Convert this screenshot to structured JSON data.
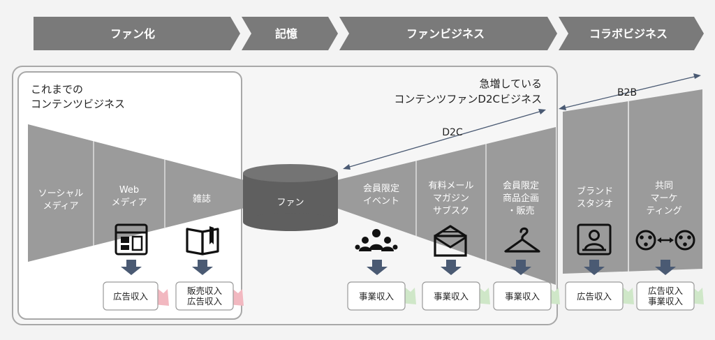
{
  "stages": [
    {
      "label": "ファン化"
    },
    {
      "label": "記憶"
    },
    {
      "label": "ファンビジネス"
    },
    {
      "label": "コラボビジネス"
    }
  ],
  "traditional": {
    "line1": "これまでの",
    "line2": "コンテンツビジネス"
  },
  "d2c_title": {
    "line1": "急増している",
    "line2": "コンテンツファンD2Cビジネス"
  },
  "d2c_label": "D2C",
  "b2b_label": "B2B",
  "fan_label": "ファン",
  "left_columns": [
    {
      "lines": [
        "ソーシャル",
        "メディア"
      ]
    },
    {
      "lines": [
        "Web",
        "メディア"
      ]
    },
    {
      "lines": [
        "雑誌"
      ]
    }
  ],
  "right_columns": [
    {
      "lines": [
        "会員限定",
        "イベント"
      ]
    },
    {
      "lines": [
        "有料メール",
        "マガジン",
        "サブスク"
      ]
    },
    {
      "lines": [
        "会員限定",
        "商品企画",
        "・販売"
      ]
    }
  ],
  "collab_columns": [
    {
      "lines": [
        "ブランド",
        "スタジオ"
      ]
    },
    {
      "lines": [
        "共同",
        "マーケ",
        "ティング"
      ]
    }
  ],
  "revenue_boxes": [
    {
      "lines": [
        "広告収入"
      ]
    },
    {
      "lines": [
        "販売収入",
        "広告収入"
      ]
    },
    {
      "lines": [
        "事業収入"
      ]
    },
    {
      "lines": [
        "事業収入"
      ]
    },
    {
      "lines": [
        "事業収入"
      ]
    },
    {
      "lines": [
        "広告収入"
      ]
    },
    {
      "lines": [
        "広告収入",
        "事業収入"
      ]
    }
  ],
  "icons": [
    "web-layout-icon",
    "open-book-icon",
    "community-icon",
    "email-icon",
    "hanger-icon",
    "portrait-icon",
    "collaboration-icon"
  ],
  "colors": {
    "funnel": "#9b9b9b",
    "stage": "#7a7a7a",
    "cylinder": "#5f5f5f",
    "arrow_down": "#4a5a73",
    "pink": "#f2b8c0",
    "green": "#cfe7c8"
  }
}
